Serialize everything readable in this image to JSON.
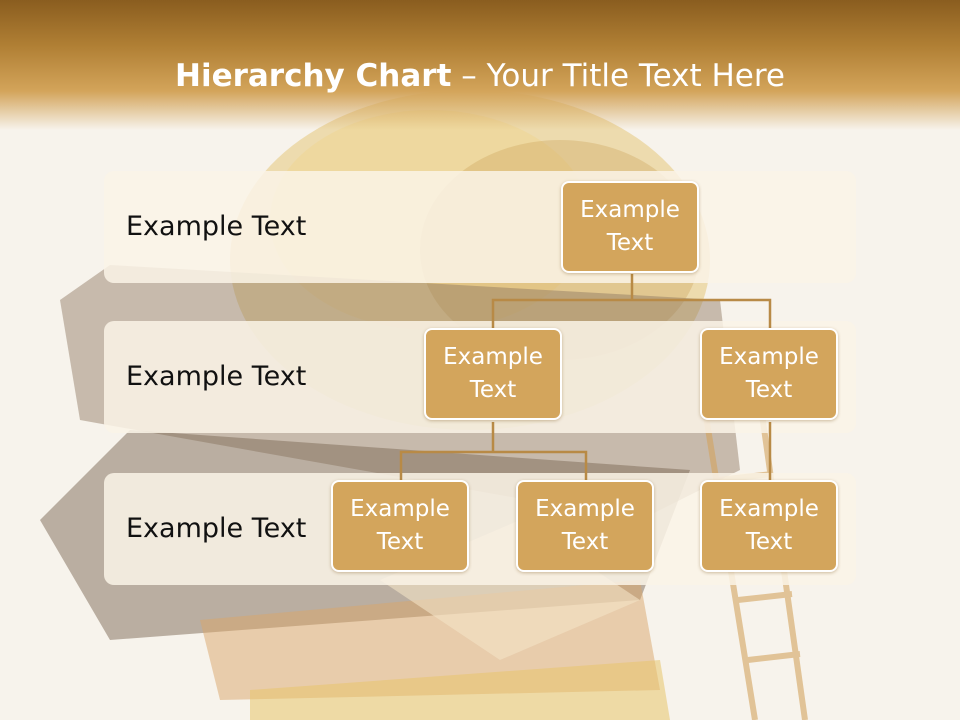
{
  "title": {
    "bold": "Hierarchy Chart",
    "rest": " – Your Title Text Here"
  },
  "colors": {
    "header": "#b07f34",
    "node_fill": "#d3a55c",
    "band_fill": "#faf3e6",
    "connector": "#b88a46"
  },
  "bands": [
    {
      "label": "Example Text"
    },
    {
      "label": "Example Text"
    },
    {
      "label": "Example Text"
    }
  ],
  "nodes": {
    "root": "Example Text",
    "level2_left": "Example Text",
    "level2_right": "Example Text",
    "level3_a": "Example Text",
    "level3_b": "Example Text",
    "level3_c": "Example Text"
  }
}
